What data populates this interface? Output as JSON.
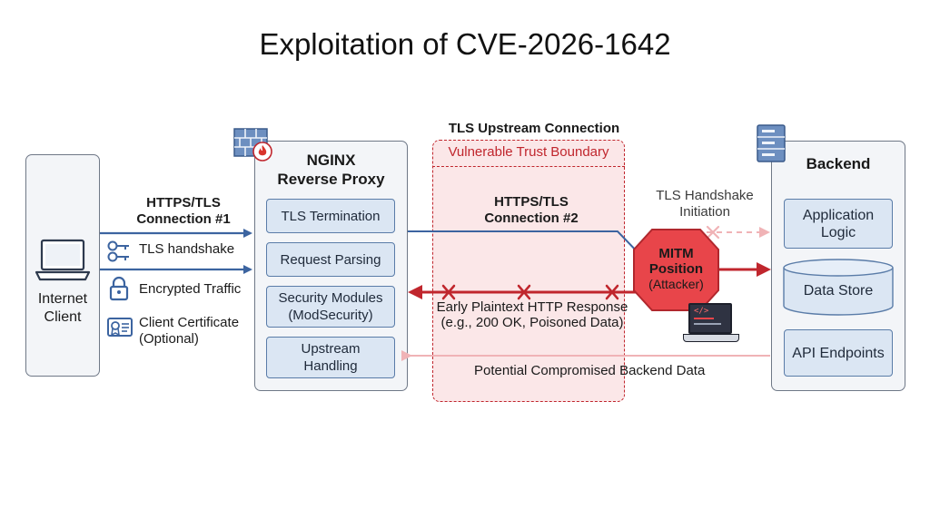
{
  "title": "Exploitation of CVE-2026-1642",
  "client": {
    "label_line1": "Internet",
    "label_line2": "Client"
  },
  "legend": {
    "conn_label_line1": "HTTPS/TLS",
    "conn_label_line2": "Connection #1",
    "items": [
      "TLS handshake",
      "Encrypted Traffic",
      "Client Certificate",
      "(Optional)"
    ]
  },
  "nginx": {
    "title_line1": "NGINX",
    "title_line2": "Reverse Proxy",
    "modules": [
      "TLS Termination",
      "Request Parsing",
      "Security Modules",
      "(ModSecurity)",
      "Upstream",
      "Handling"
    ]
  },
  "upstream": {
    "header": "TLS Upstream Connection",
    "boundary_label": "Vulnerable Trust Boundary",
    "conn_line1": "HTTPS/TLS",
    "conn_line2": "Connection #2",
    "response_line1": "Early Plaintext HTTP Response",
    "response_line2": "(e.g., 200 OK, Poisoned Data)",
    "compromised": "Potential Compromised Backend Data"
  },
  "mitm": {
    "line1": "MITM",
    "line2": "Position",
    "line3": "(Attacker)",
    "laptop_code": "</>"
  },
  "handshake": {
    "line1": "TLS Handshake",
    "line2": "Initiation"
  },
  "backend": {
    "title": "Backend",
    "modules": [
      "Application",
      "Logic",
      "Data Store",
      "API Endpoints"
    ]
  },
  "colors": {
    "blue": "#3c64a0",
    "red": "#c0262d",
    "light_red": "#f4b9bb",
    "module_fill": "#dbe6f3",
    "panel_fill": "#f3f5f8",
    "boundary_fill": "#fbe7e8"
  }
}
